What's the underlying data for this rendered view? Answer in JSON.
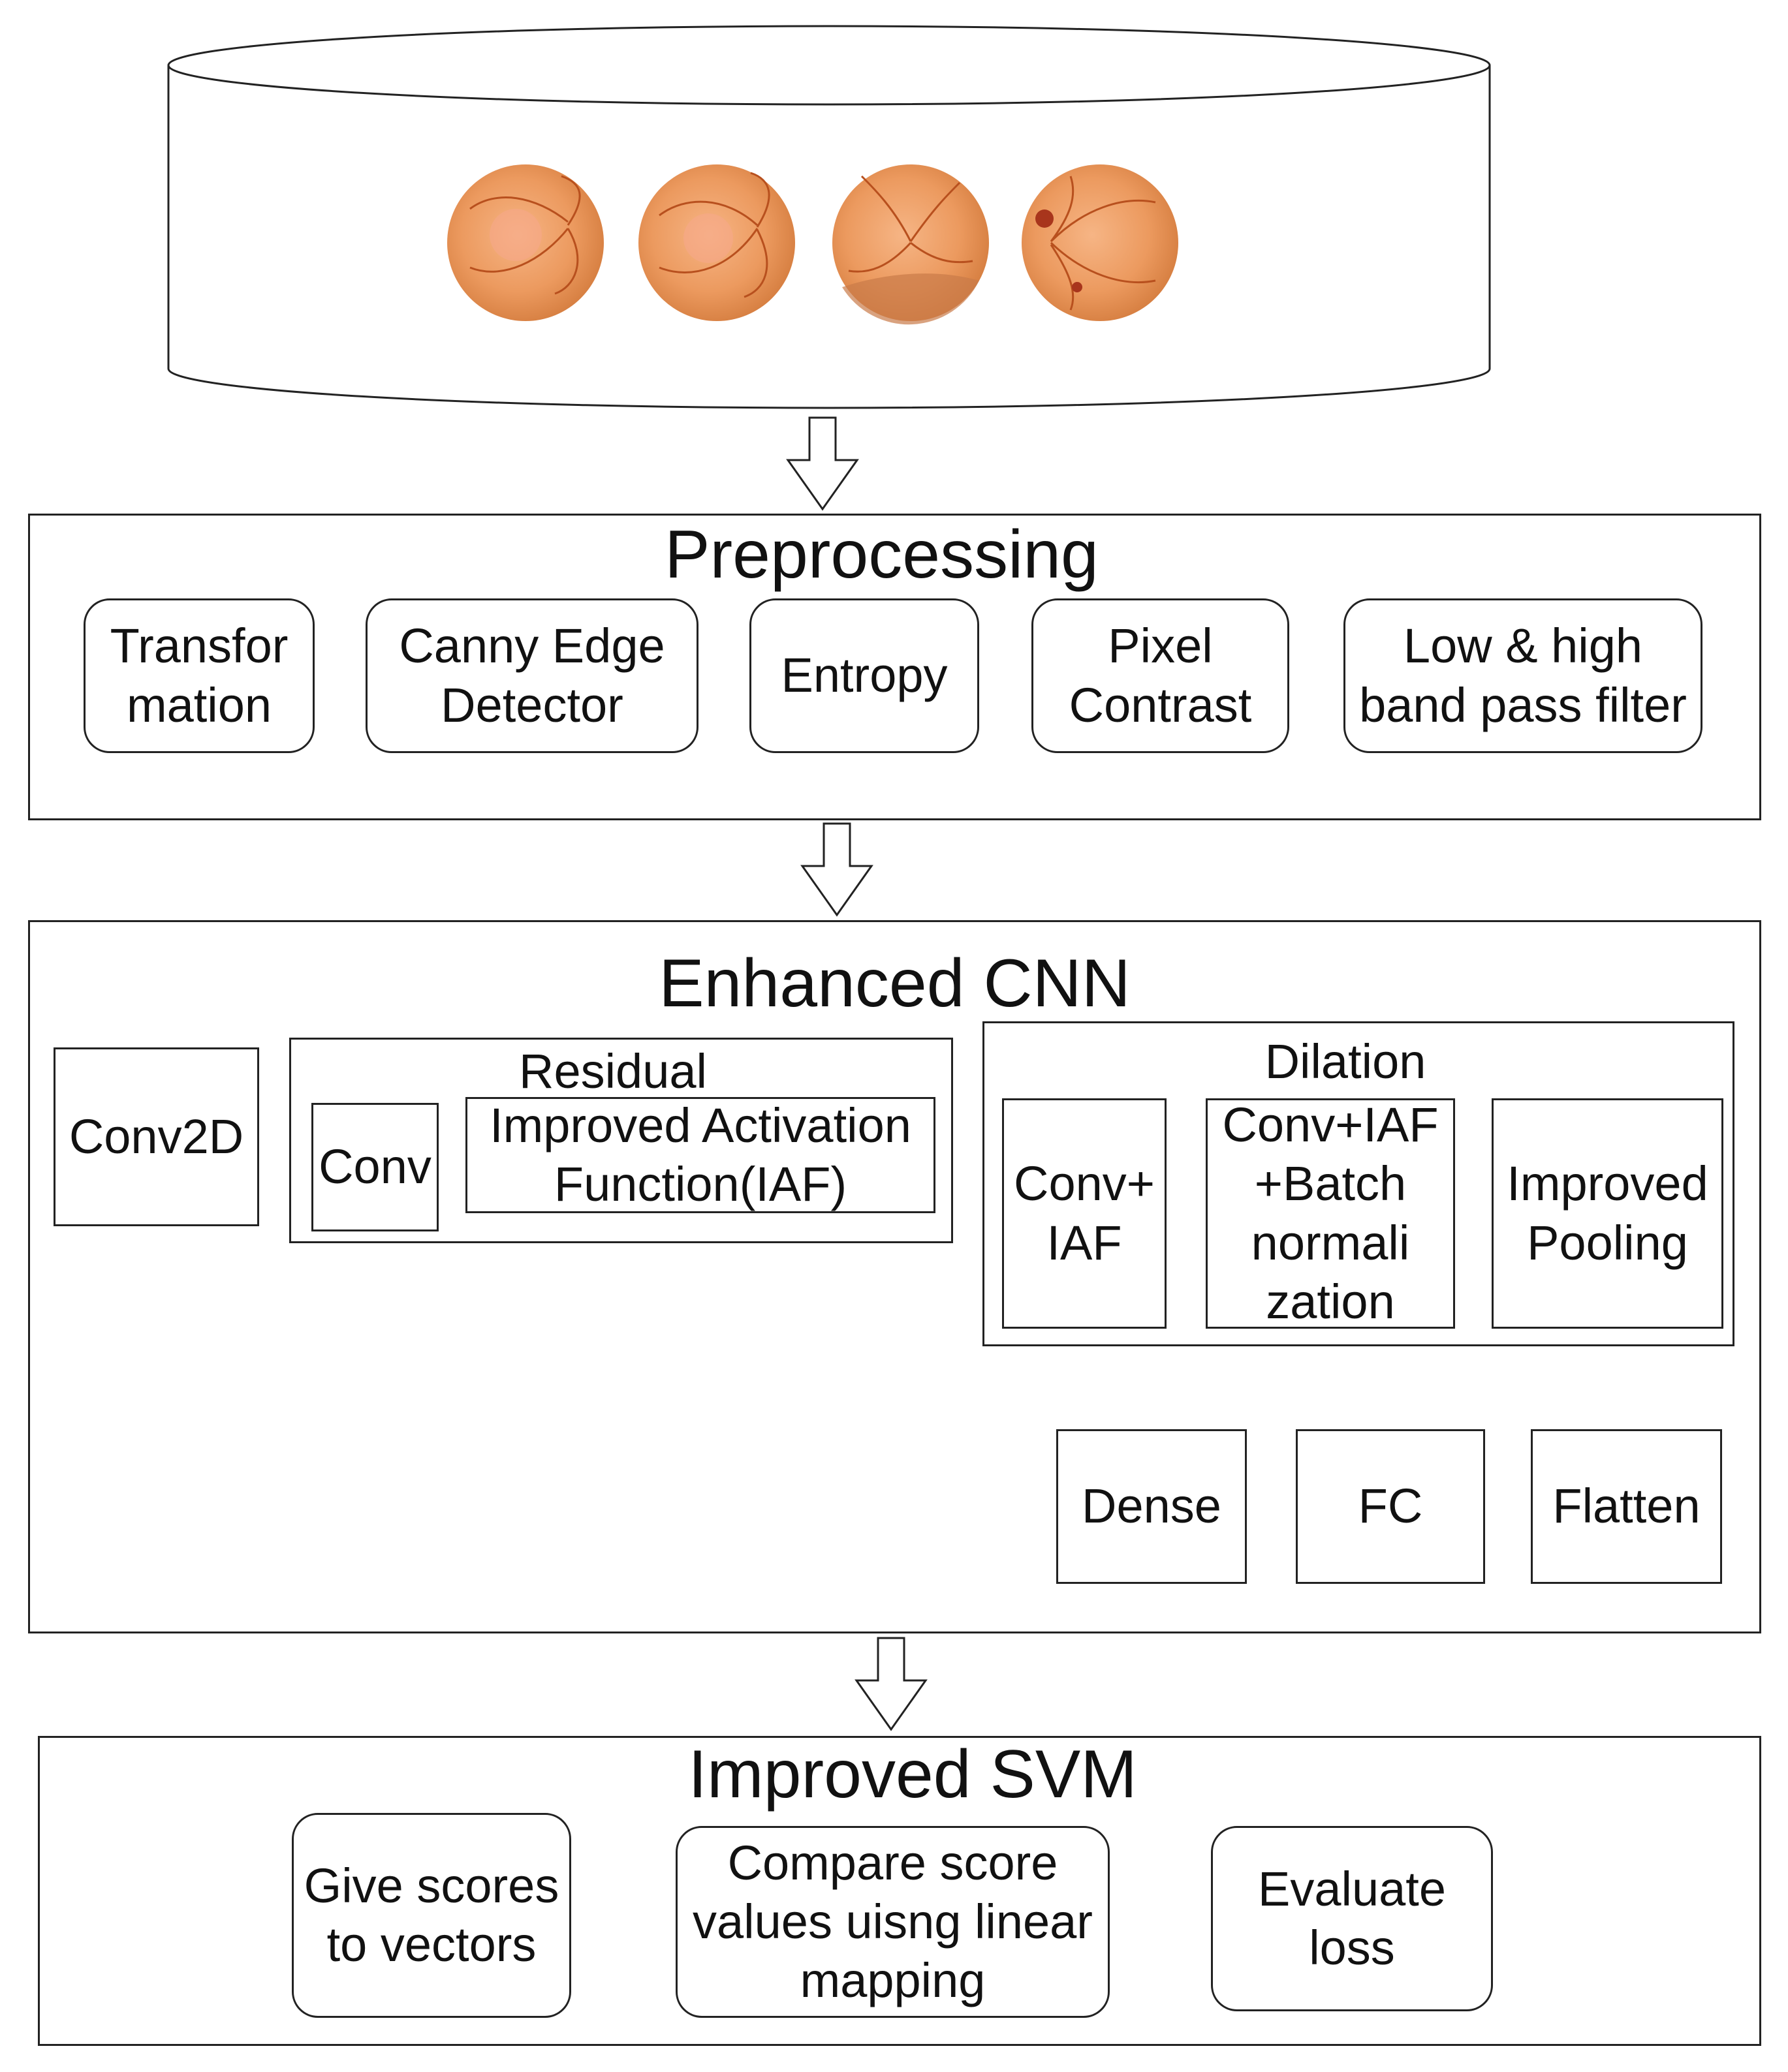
{
  "dataset": {
    "images": [
      {
        "name": "fundus-image-1"
      },
      {
        "name": "fundus-image-2"
      },
      {
        "name": "fundus-image-3"
      },
      {
        "name": "fundus-image-4"
      }
    ]
  },
  "preprocessing": {
    "title": "Preprocessing",
    "steps": [
      "Transfor\nmation",
      "Canny Edge\nDetector",
      "Entropy",
      "Pixel\nContrast",
      "Low & high\nband pass filter"
    ]
  },
  "enhanced_cnn": {
    "title": "Enhanced CNN",
    "conv2d": "Conv2D",
    "residual": {
      "title": "Residual",
      "conv": "Conv",
      "iaf": "Improved Activation\nFunction(IAF)"
    },
    "dilation": {
      "title": "Dilation",
      "items": [
        "Conv+\nIAF",
        "Conv+IAF\n+Batch\nnormali\nzation",
        "Improved\nPooling"
      ]
    },
    "flatten": "Flatten",
    "fc": "FC",
    "dense": "Dense"
  },
  "improved_svm": {
    "title": "Improved SVM",
    "steps": [
      "Give scores\nto vectors",
      "Compare score\nvalues uisng linear\nmapping",
      "Evaluate\nloss"
    ]
  },
  "colors": {
    "line": "#222222",
    "fundus_base": "#e8955a",
    "fundus_edge": "#d07a3c",
    "fundus_vessel": "#b8501e"
  }
}
